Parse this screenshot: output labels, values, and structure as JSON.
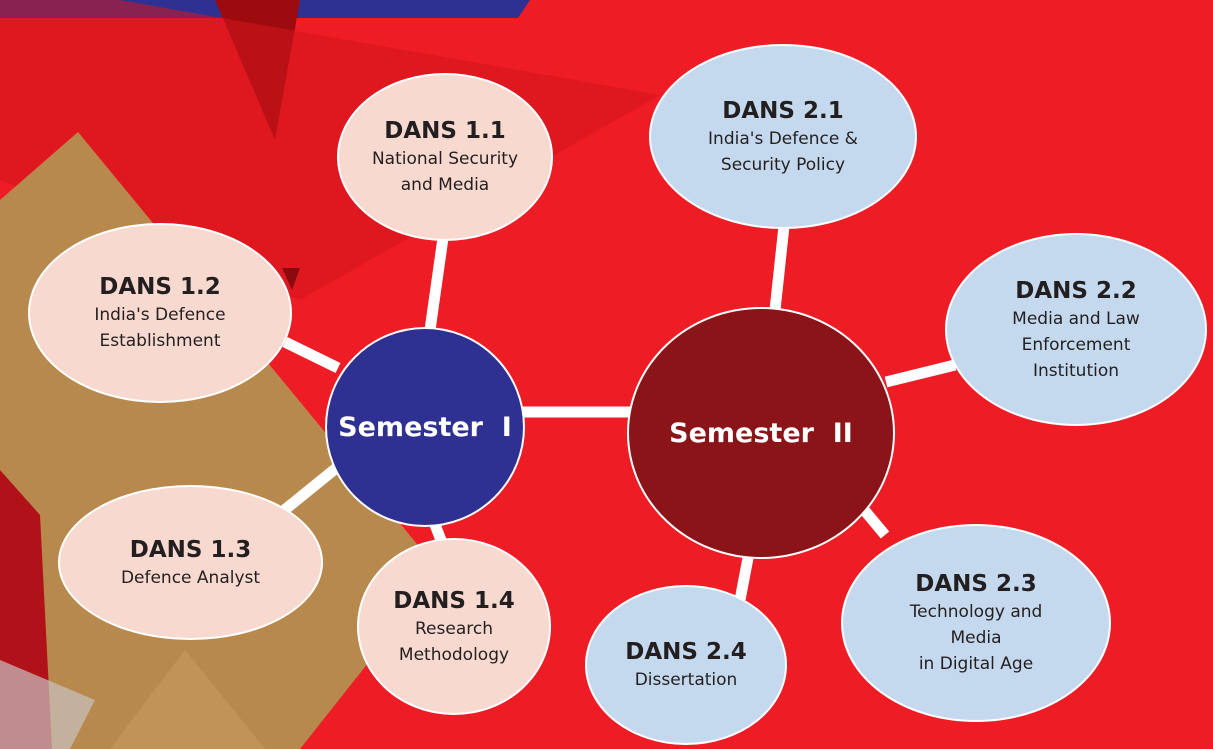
{
  "colors": {
    "background": "#ee1c25",
    "semester_1_hub": "#2e3192",
    "semester_2_hub": "#8b1418",
    "semester_1_nodes": "#f8d9cf",
    "semester_2_nodes": "#c5d9ee",
    "tan_shape": "#b8894c",
    "connectors": "#ffffff"
  },
  "semester_1": {
    "label": "Semester  I",
    "modules": [
      {
        "code": "DANS 1.1",
        "title": "National Security\nand Media"
      },
      {
        "code": "DANS 1.2",
        "title": "India's Defence\nEstablishment"
      },
      {
        "code": "DANS 1.3",
        "title": "Defence Analyst"
      },
      {
        "code": "DANS 1.4",
        "title": "Research\nMethodology"
      }
    ]
  },
  "semester_2": {
    "label": "Semester  II",
    "modules": [
      {
        "code": "DANS 2.1",
        "title": "India's Defence &\nSecurity Policy"
      },
      {
        "code": "DANS 2.2",
        "title": "Media and Law\nEnforcement\nInstitution"
      },
      {
        "code": "DANS 2.3",
        "title": "Technology and\nMedia\nin Digital Age"
      },
      {
        "code": "DANS 2.4",
        "title": "Dissertation"
      }
    ]
  }
}
